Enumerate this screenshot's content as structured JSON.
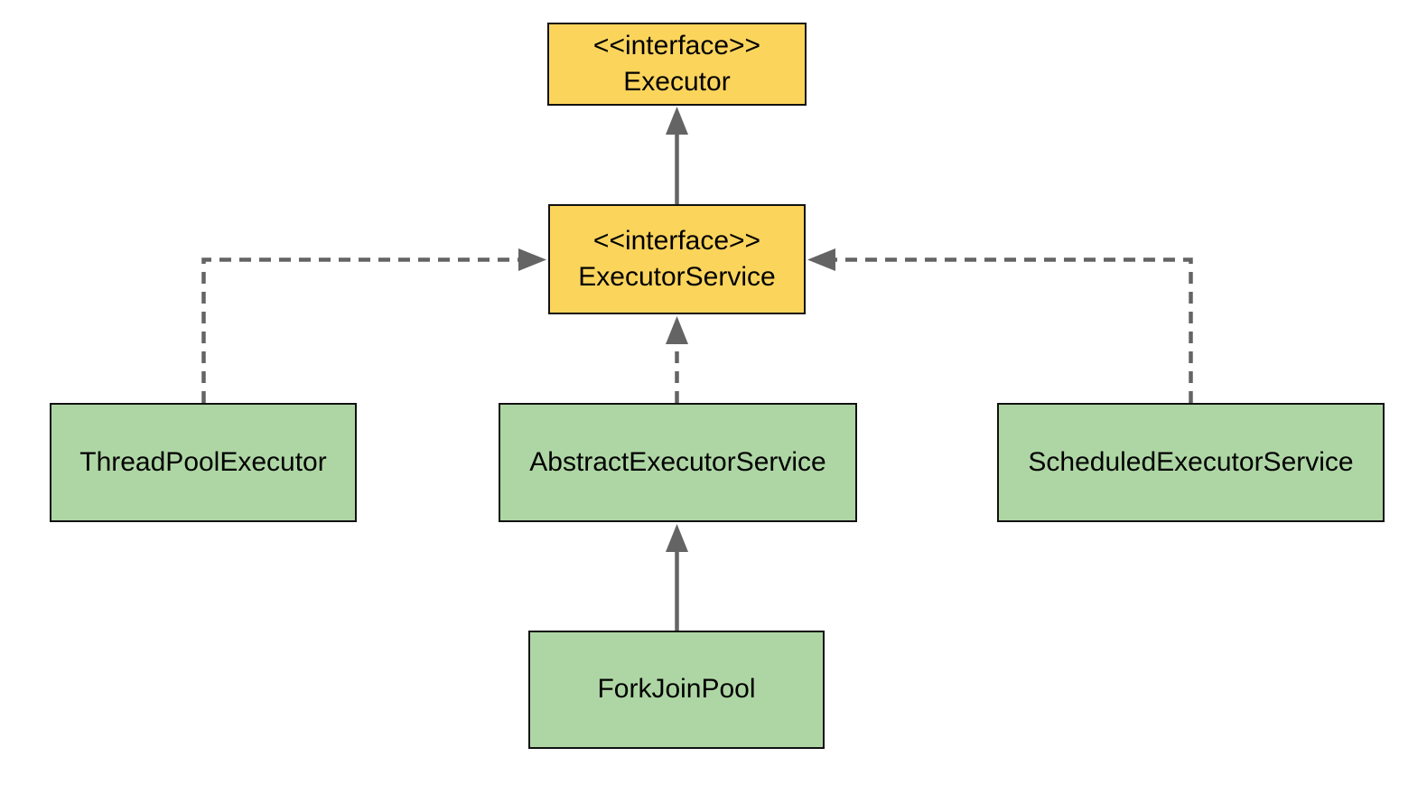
{
  "diagram": {
    "colors": {
      "interface_fill": "#FBD45C",
      "class_fill": "#AED6A4",
      "node_border": "#111111",
      "edge": "#646464"
    },
    "nodes": {
      "executor": {
        "stereotype": "<<interface>>",
        "name": "Executor",
        "kind": "interface"
      },
      "executor_service": {
        "stereotype": "<<interface>>",
        "name": "ExecutorService",
        "kind": "interface"
      },
      "thread_pool_executor": {
        "name": "ThreadPoolExecutor",
        "kind": "class"
      },
      "abstract_executor_service": {
        "name": "AbstractExecutorService",
        "kind": "class"
      },
      "scheduled_executor_service": {
        "name": "ScheduledExecutorService",
        "kind": "class"
      },
      "fork_join_pool": {
        "name": "ForkJoinPool",
        "kind": "class"
      }
    },
    "edges": [
      {
        "from": "ExecutorService",
        "to": "Executor",
        "line": "solid",
        "arrow": "filled-triangle"
      },
      {
        "from": "ThreadPoolExecutor",
        "to": "ExecutorService",
        "line": "dashed",
        "arrow": "filled-triangle"
      },
      {
        "from": "AbstractExecutorService",
        "to": "ExecutorService",
        "line": "dashed",
        "arrow": "filled-triangle"
      },
      {
        "from": "ScheduledExecutorService",
        "to": "ExecutorService",
        "line": "dashed",
        "arrow": "filled-triangle"
      },
      {
        "from": "ForkJoinPool",
        "to": "AbstractExecutorService",
        "line": "solid",
        "arrow": "filled-triangle"
      }
    ]
  }
}
